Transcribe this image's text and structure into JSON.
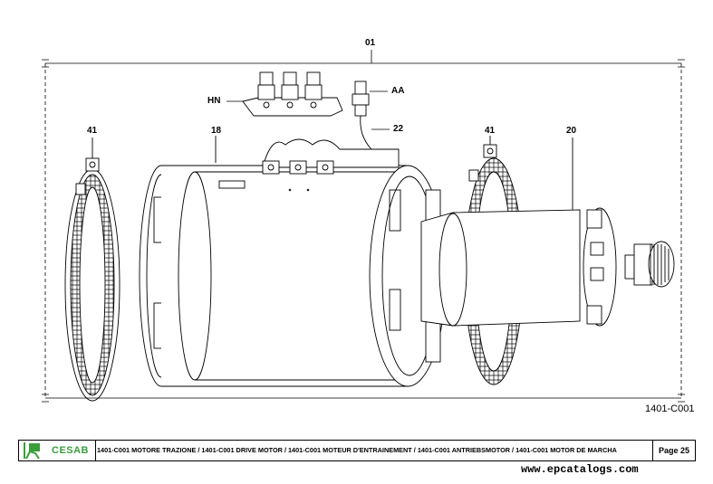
{
  "callouts": {
    "assembly": "01",
    "hn": "HN",
    "aa": "AA",
    "cable": "22",
    "clamp_left": "41",
    "clamp_right": "41",
    "motor_body": "18",
    "rotor_end": "20"
  },
  "figure_code": "1401-C001",
  "footer": {
    "brand": "CESAB",
    "title": "1401-C001 MOTORE TRAZIONE  / 1401-C001 DRIVE MOTOR / 1401-C001 MOTEUR D'ENTRAINEMENT / 1401-C001 ANTRIEBSMOTOR  / 1401-C001 MOTOR DE MARCHA",
    "page": "Page 25"
  },
  "watermark": "www.epcatalogs.com",
  "colors": {
    "brand_green": "#3a9e3a",
    "line": "#000000"
  }
}
